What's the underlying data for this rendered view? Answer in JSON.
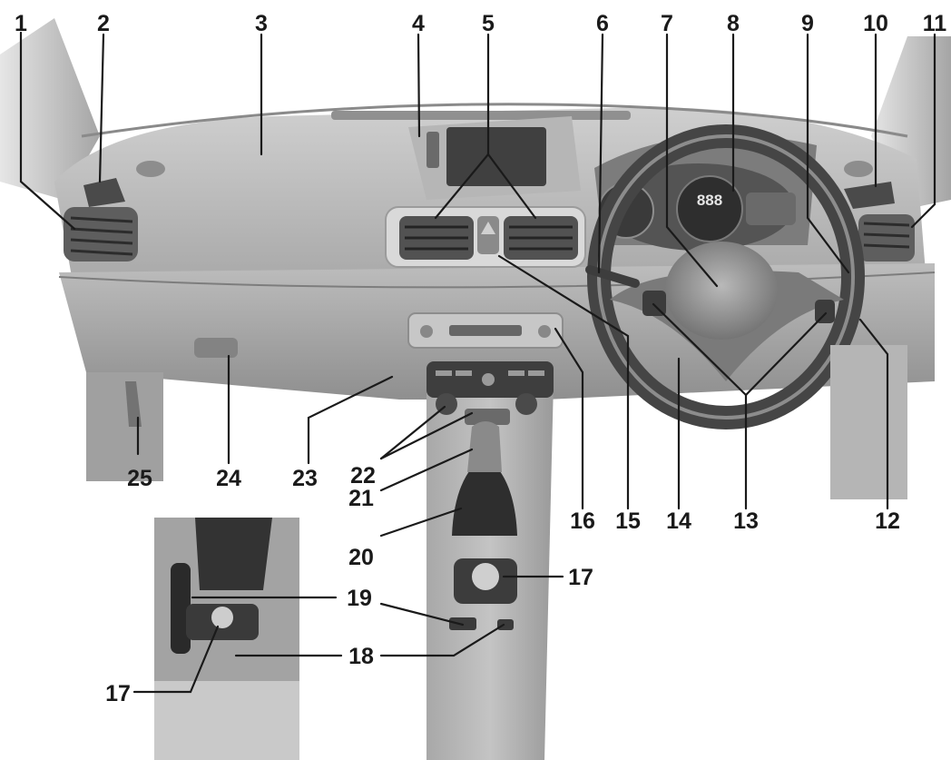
{
  "callouts": [
    "1",
    "2",
    "3",
    "4",
    "5",
    "6",
    "7",
    "8",
    "9",
    "10",
    "11",
    "12",
    "13",
    "14",
    "15",
    "16",
    "17",
    "18",
    "19",
    "20",
    "21",
    "22",
    "23",
    "24",
    "25"
  ],
  "display_digits": "888"
}
